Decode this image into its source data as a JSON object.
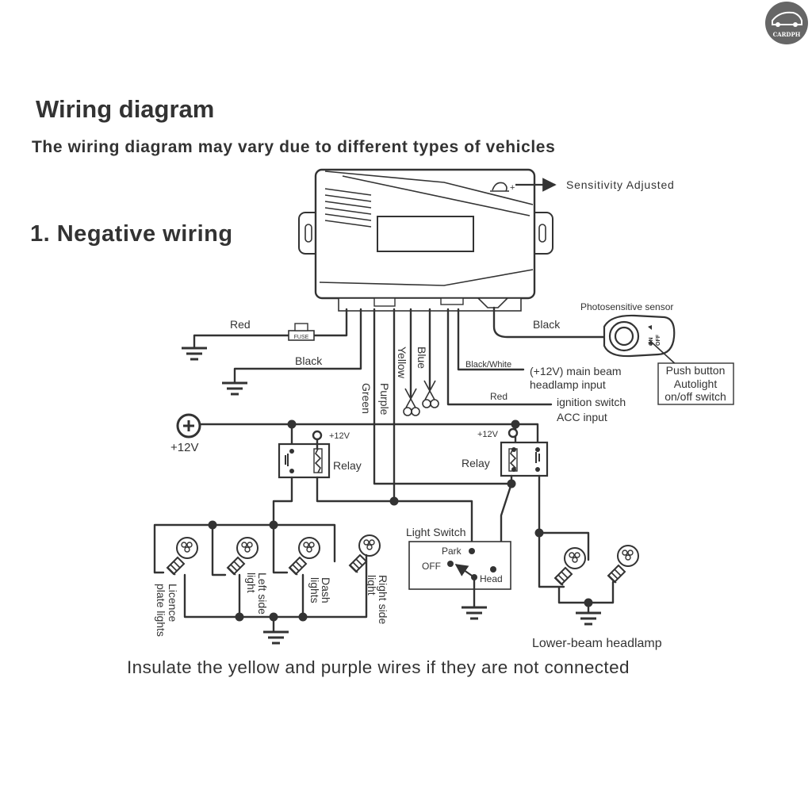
{
  "logo": {
    "text": "CARDPH"
  },
  "header": {
    "title": "Wiring diagram",
    "subtitle": "The wiring diagram may vary due to different types of vehicles",
    "section": "1. Negative wiring"
  },
  "controller": {
    "sensitivity": "Sensitivity Adjusted"
  },
  "sensor": {
    "title": "Photosensitive sensor",
    "wire": "Black",
    "switch_label": [
      "Push button",
      "Autolight",
      "on/off switch"
    ],
    "marks": [
      "ON",
      "OFF"
    ]
  },
  "wires": {
    "red": "Red",
    "black": "Black",
    "fuse": "FUSE",
    "green": "Green",
    "purple": "Purple",
    "yellow": "Yellow",
    "blue": "Blue",
    "black_white": "Black/White",
    "main_beam": [
      "(+12V) main beam",
      "headlamp input"
    ],
    "red2": "Red",
    "ignition": [
      "ignition switch",
      "ACC  input"
    ]
  },
  "power": {
    "plus12v": "+12V",
    "relay_v": "+12V"
  },
  "relays": {
    "left": "Relay",
    "right": "Relay"
  },
  "lights": {
    "licence": [
      "Licence",
      "plate lights"
    ],
    "left_side": [
      "Left side",
      "light"
    ],
    "dash": [
      "Dash",
      "lights"
    ],
    "right_side": [
      "Right side",
      "light"
    ]
  },
  "light_switch": {
    "title": "Light Switch",
    "park": "Park",
    "off": "OFF",
    "head": "Head"
  },
  "lower_beam": "Lower-beam headlamp",
  "footer": "Insulate the yellow and purple wires if they are not connected"
}
